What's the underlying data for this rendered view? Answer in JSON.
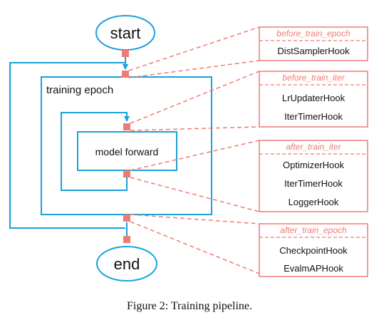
{
  "colors": {
    "flow": "#1ba1d9",
    "hook": "#f07b74"
  },
  "nodes": {
    "start": "start",
    "end": "end",
    "training_epoch": "training epoch",
    "model_forward": "model forward"
  },
  "hook_groups": [
    {
      "title": "before_train_epoch",
      "hooks": [
        "DistSamplerHook"
      ]
    },
    {
      "title": "before_train_iter",
      "hooks": [
        "LrUpdaterHook",
        "IterTimerHook"
      ]
    },
    {
      "title": "after_train_iter",
      "hooks": [
        "OptimizerHook",
        "IterTimerHook",
        "LoggerHook"
      ]
    },
    {
      "title": "after_train_epoch",
      "hooks": [
        "CheckpointHook",
        "EvalmAPHook"
      ]
    }
  ],
  "caption": "Figure 2: Training pipeline."
}
